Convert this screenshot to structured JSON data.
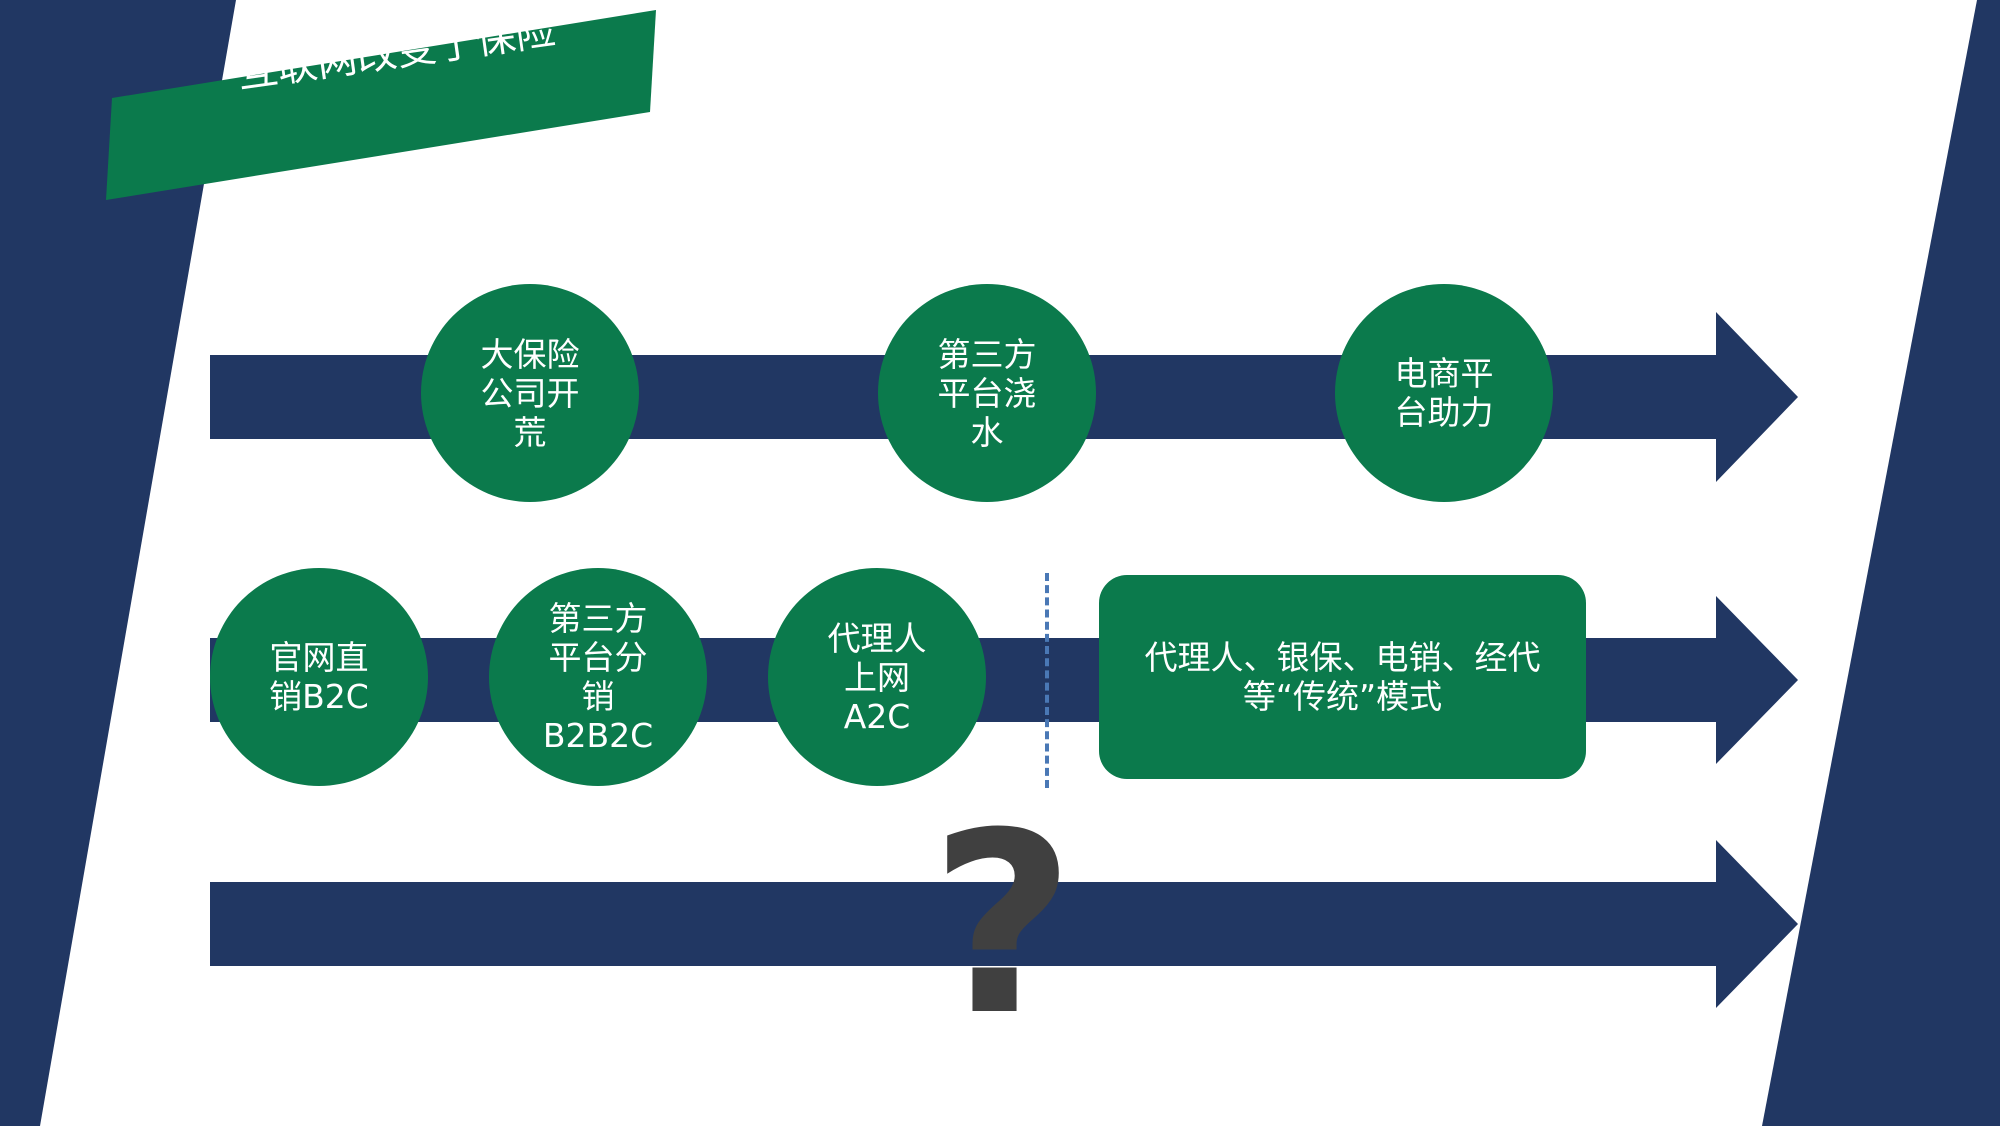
{
  "title": "互联网改变了保险",
  "colors": {
    "navy": "#213763",
    "green": "#0b7a4c",
    "divider": "#4a78b5",
    "question": "#404040"
  },
  "row1": [
    {
      "lines": [
        "大保险",
        "公司开",
        "荒"
      ]
    },
    {
      "lines": [
        "第三方",
        "平台浇",
        "水"
      ]
    },
    {
      "lines": [
        "电商平",
        "台助力"
      ]
    }
  ],
  "row2": [
    {
      "lines": [
        "官网直",
        "销B2C"
      ]
    },
    {
      "lines": [
        "第三方",
        "平台分",
        "销",
        "B2B2C"
      ]
    },
    {
      "lines": [
        "代理人",
        "上网",
        "A2C"
      ]
    }
  ],
  "traditional": {
    "lines": [
      "代理人、银保、电销、经代",
      "等“传统”模式"
    ]
  },
  "question_mark": "?"
}
